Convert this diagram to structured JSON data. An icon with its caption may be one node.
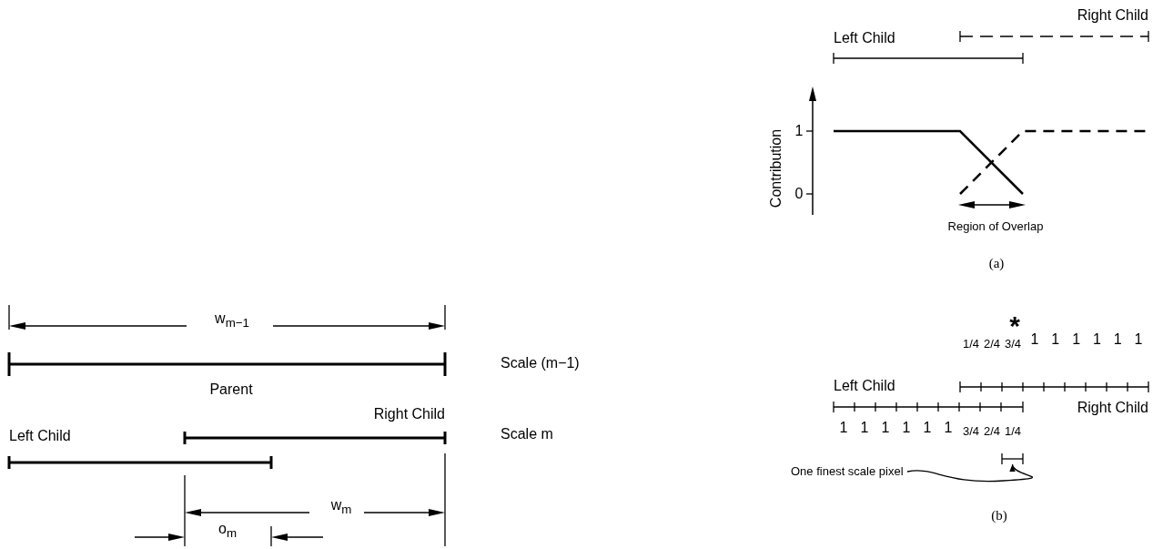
{
  "diagram": {
    "nodes": [
      {
        "text": [
          "One finest scale pixel"
        ]
      },
      {
        "text": [],
        "shape": "bar"
      }
    ],
    "edges": [
      {
        "from": 0,
        "to": 1,
        "arrow": "to"
      }
    ],
    "labels": [
      "Right Child",
      "Left Child",
      "1",
      "Contribution",
      "0",
      "Region of Overlap",
      "(a)",
      "w$_{m−1}$",
      "Scale (m−1)",
      "Parent",
      "Right Child",
      "Left Child",
      "Scale m",
      "w$_{m}$",
      "o$_{m}$",
      "*",
      "1/4",
      "2/4",
      "3/4",
      "1",
      "1",
      "1",
      "1",
      "1",
      "1",
      "Left Child",
      "Right Child",
      "1",
      "1",
      "1",
      "1",
      "1",
      "1",
      "3/4",
      "2/4",
      "1/4",
      "(b)"
    ]
  }
}
